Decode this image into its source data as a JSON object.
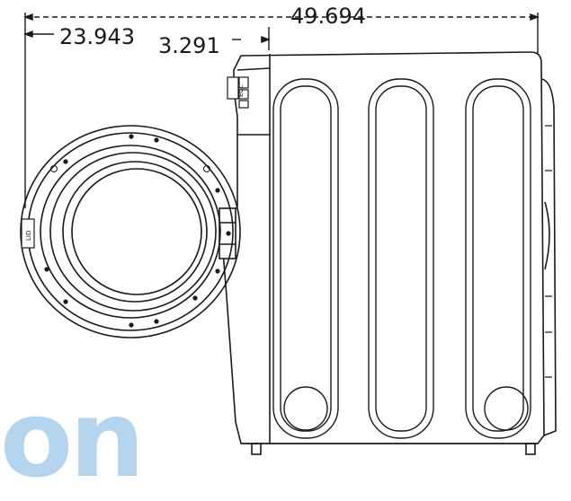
{
  "dimensions": {
    "overall_depth": "49.694",
    "door_open_extension": "23.943",
    "control_panel_offset": "3.291"
  },
  "side_labels": {
    "control_label": "ECL",
    "door_label": "LID"
  },
  "watermark": {
    "text": "on",
    "color": "#2f86d1"
  },
  "colors": {
    "line": "#1a1a1a",
    "background": "#ffffff"
  }
}
